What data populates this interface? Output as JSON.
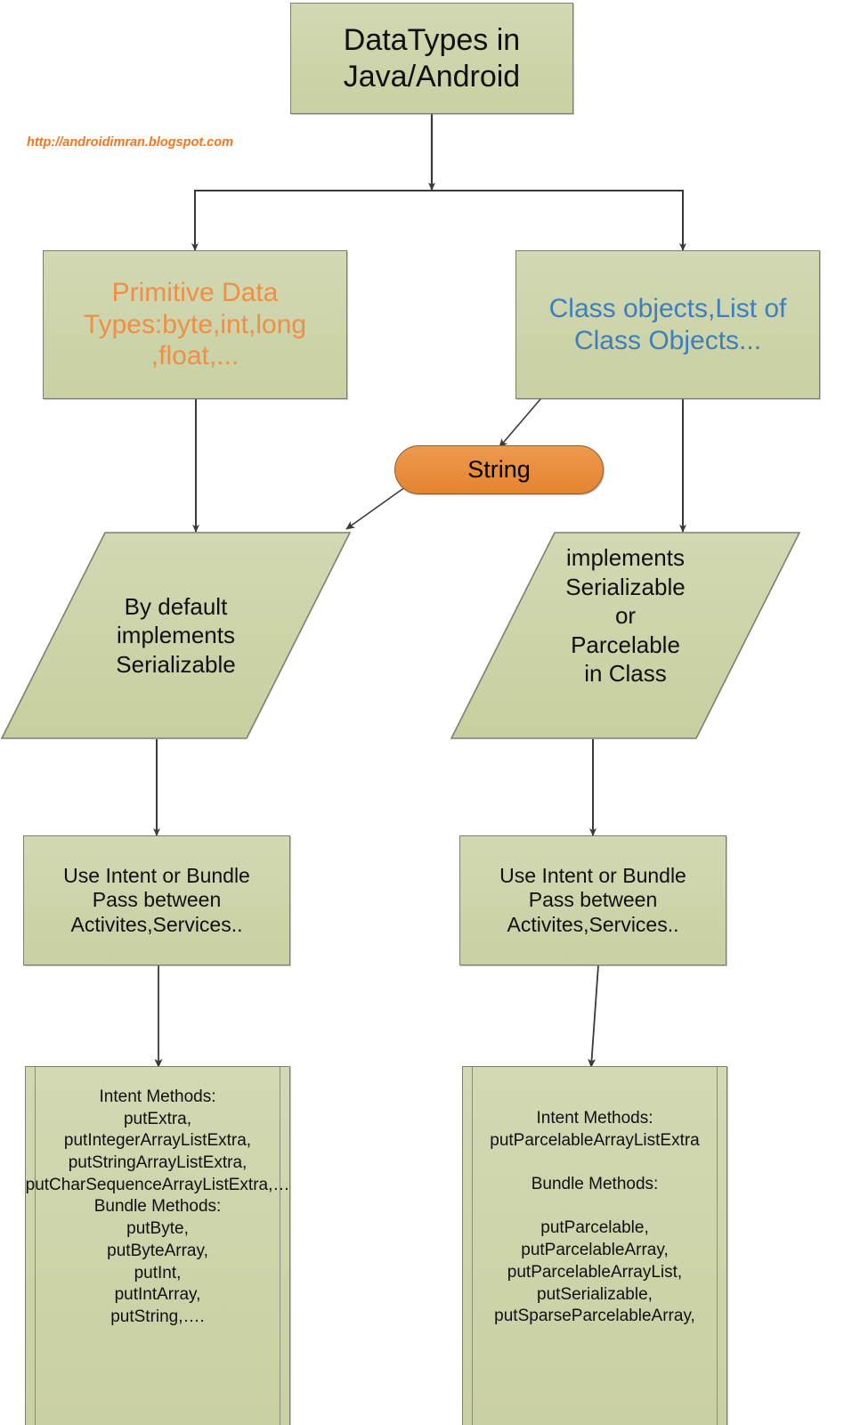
{
  "diagram": {
    "watermark": "http://androidimran.blogspot.com",
    "colors": {
      "box_fill": "#CCD3A8",
      "box_border": "#7D7F70",
      "pill_fill": "#E8913C",
      "pill_border": "#8A6030",
      "orange_text": "#EF8F45",
      "blue_text": "#3D7FBB",
      "watermark_orange": "#F4761E",
      "edge_stroke": "#3A3A3A"
    },
    "nodes": {
      "title": {
        "label": "DataTypes in\nJava/Android",
        "shape": "rectangle"
      },
      "primitive": {
        "label": "Primitive Data\nTypes:byte,int,long\n,float,...",
        "shape": "rectangle"
      },
      "class_objects": {
        "label": "Class objects,List of\nClass Objects...",
        "shape": "rectangle"
      },
      "string": {
        "label": "String",
        "shape": "rounded-pill"
      },
      "by_default": {
        "label": "By default\nimplements\nSerializable",
        "shape": "parallelogram"
      },
      "implements": {
        "label": "implements\nSerializable\nor\nParcelable\nin Class",
        "shape": "parallelogram"
      },
      "intent_left": {
        "label": "Use Intent or Bundle\nPass between\nActivites,Services..",
        "shape": "rectangle"
      },
      "intent_right": {
        "label": "Use Intent or Bundle\nPass between\nActivites,Services..",
        "shape": "rectangle"
      },
      "methods_left": {
        "label": "Intent Methods:\nputExtra,\nputIntegerArrayListExtra,\nputStringArrayListExtra,\nputCharSequenceArrayListExtra,…\nBundle Methods:\nputByte,\nputByteArray,\nputInt,\nputIntArray,\nputString,….",
        "shape": "process"
      },
      "methods_right": {
        "label": "Intent Methods:\nputParcelableArrayListExtra\n\nBundle Methods:\n\nputParcelable,\nputParcelableArray,\nputParcelableArrayList,\nputSerializable,\nputSparseParcelableArray,",
        "shape": "process"
      }
    },
    "edges": [
      {
        "from": "title",
        "to": "split-bar",
        "style": "straight-arrow"
      },
      {
        "from": "split-bar",
        "to": "primitive",
        "style": "elbow-arrow"
      },
      {
        "from": "split-bar",
        "to": "class_objects",
        "style": "elbow-arrow"
      },
      {
        "from": "class_objects",
        "to": "string",
        "style": "diagonal-arrow"
      },
      {
        "from": "string",
        "to": "by_default",
        "style": "diagonal-arrow"
      },
      {
        "from": "primitive",
        "to": "by_default",
        "style": "straight-arrow"
      },
      {
        "from": "class_objects",
        "to": "implements",
        "style": "straight-arrow"
      },
      {
        "from": "by_default",
        "to": "intent_left",
        "style": "straight-arrow"
      },
      {
        "from": "implements",
        "to": "intent_right",
        "style": "straight-arrow"
      },
      {
        "from": "intent_left",
        "to": "methods_left",
        "style": "straight-arrow"
      },
      {
        "from": "intent_right",
        "to": "methods_right",
        "style": "straight-arrow"
      }
    ]
  }
}
